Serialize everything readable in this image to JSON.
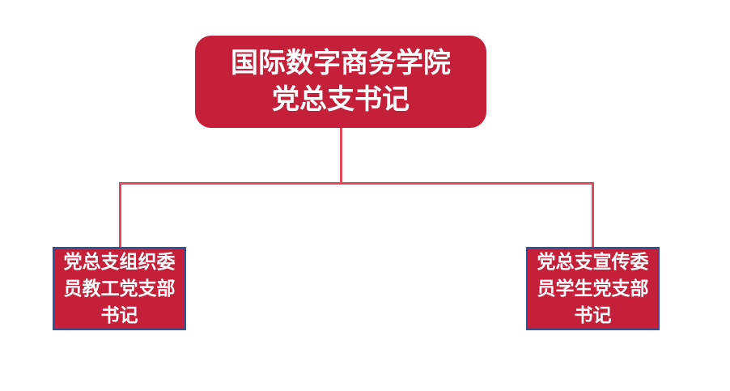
{
  "colors": {
    "node_fill": "#C5203A",
    "connector": "#DD4A5E",
    "child_border": "#2F5496",
    "node_text": "#FFFFFF",
    "background": "#FFFFFF"
  },
  "org_chart": {
    "root": {
      "label": "国际数字商务学院\n党总支书记"
    },
    "children": [
      {
        "label": "党总支组织委\n员教工党支部\n书记"
      },
      {
        "label": "党总支宣传委\n员学生党支部\n书记"
      }
    ]
  }
}
